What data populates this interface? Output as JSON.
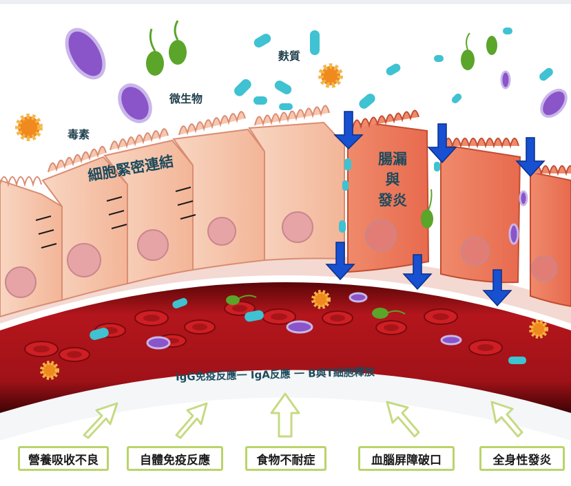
{
  "labels": {
    "toxins": "毒素",
    "microbes": "微生物",
    "gluten": "麩質",
    "tight_junction": "細胞緊密連結",
    "leak_line1": "腸漏",
    "leak_line2": "與",
    "leak_line3": "發炎",
    "immune_response": "IgG免疫反應一 IgA反應 一 B與T細胞釋放"
  },
  "outcomes": [
    "營養吸收不良",
    "自體免疫反應",
    "食物不耐症",
    "血腦屏障破口",
    "全身性發炎"
  ],
  "colors": {
    "left_cells": "#f6c4a6",
    "right_cells": "#ea7356",
    "blood_vessel": "#a8141a",
    "arrow_blue": "#1750d0",
    "outcome_border": "#b9d46a"
  }
}
